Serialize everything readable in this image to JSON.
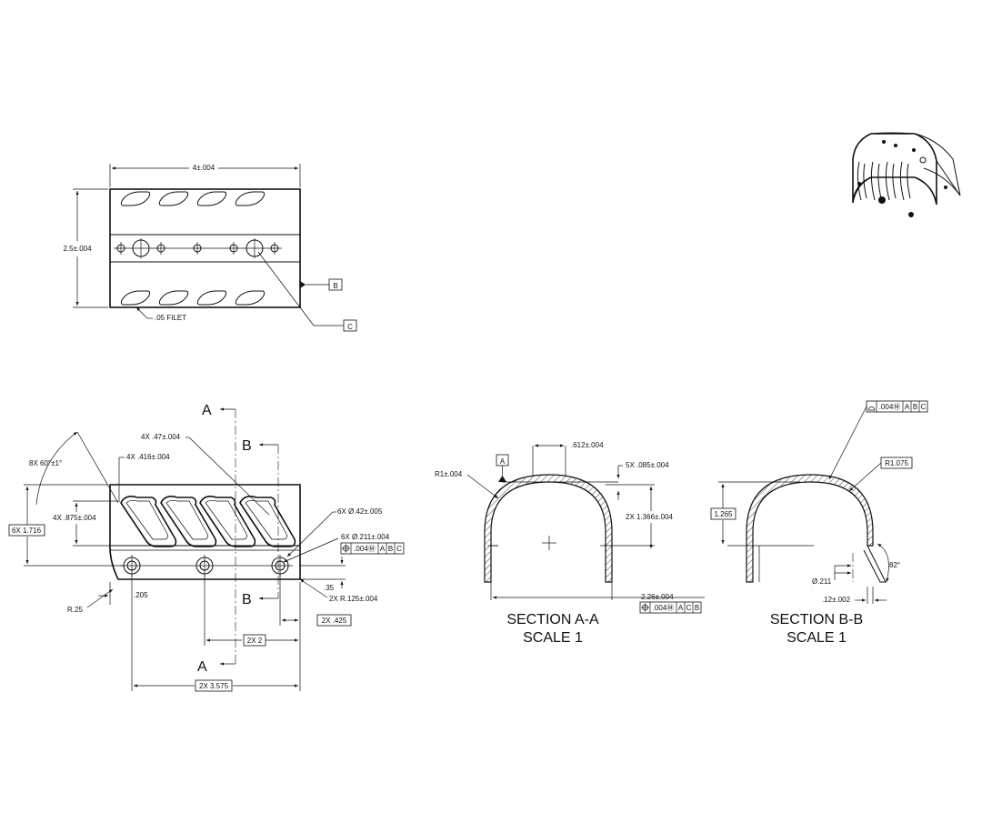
{
  "top_view": {
    "width_dim": "4±.004",
    "height_dim": "2.5±.004",
    "fillet_note": ".05 FILET",
    "datum_b": "B",
    "datum_c": "C"
  },
  "front_view": {
    "section_a": "A",
    "section_b": "B",
    "angle_note": "8X 60°±1°",
    "slot_width": "4X .47±.004",
    "slot_pitch": "4X .416±.004",
    "slot_height": "4X .875±.004",
    "height_dim": "6X 1.716",
    "big_hole": "6X Ø.42±.005",
    "small_hole": "6X Ø.211±.004",
    "fcf_tol": ".004Ⓜ",
    "fcf_a": "A",
    "fcf_b": "B",
    "fcf_c": "C",
    "dim_035": ".35",
    "corner_radius": "2X R.125±.004",
    "edge_radius": "R.25",
    "dim_205": ".205",
    "dim_425": "2X .425",
    "dim_2": "2X 2",
    "dim_3575": "2X 3.575"
  },
  "section_aa": {
    "datum": "A",
    "radius": "R1±.004",
    "top_width": ".612±.004",
    "thickness": "5X .085±.004",
    "height": "2X 1.366±.004",
    "width": "2.26±.004",
    "fcf_tol": ".004Ⓜ",
    "fcf_a": "A",
    "fcf_c": "C",
    "fcf_b": "B",
    "title": "SECTION A-A",
    "scale": "SCALE 1"
  },
  "section_bb": {
    "fcf_tol": ".004Ⓜ",
    "fcf_a": "A",
    "fcf_b": "B",
    "fcf_c": "C",
    "radius": "R1.075",
    "height": "1.265",
    "hole": "Ø.211",
    "angle": "82°",
    "offset": ".12±.002",
    "title": "SECTION B-B",
    "scale": "SCALE 1"
  }
}
